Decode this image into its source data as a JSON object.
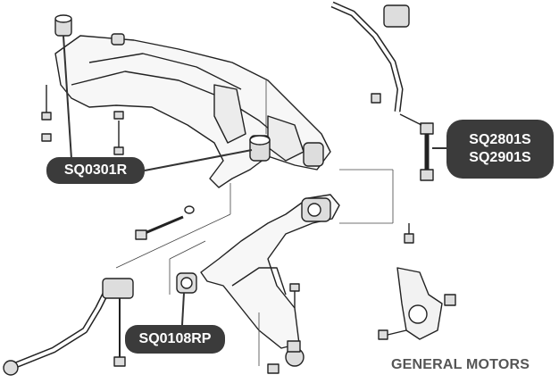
{
  "callouts": {
    "subframe_bushing": "SQ0301R",
    "control_arm_bushing": "SQ0108RP",
    "stabilizer_link_1": "SQ2801S",
    "stabilizer_link_2": "SQ2901S"
  },
  "brand": "GENERAL MOTORS"
}
